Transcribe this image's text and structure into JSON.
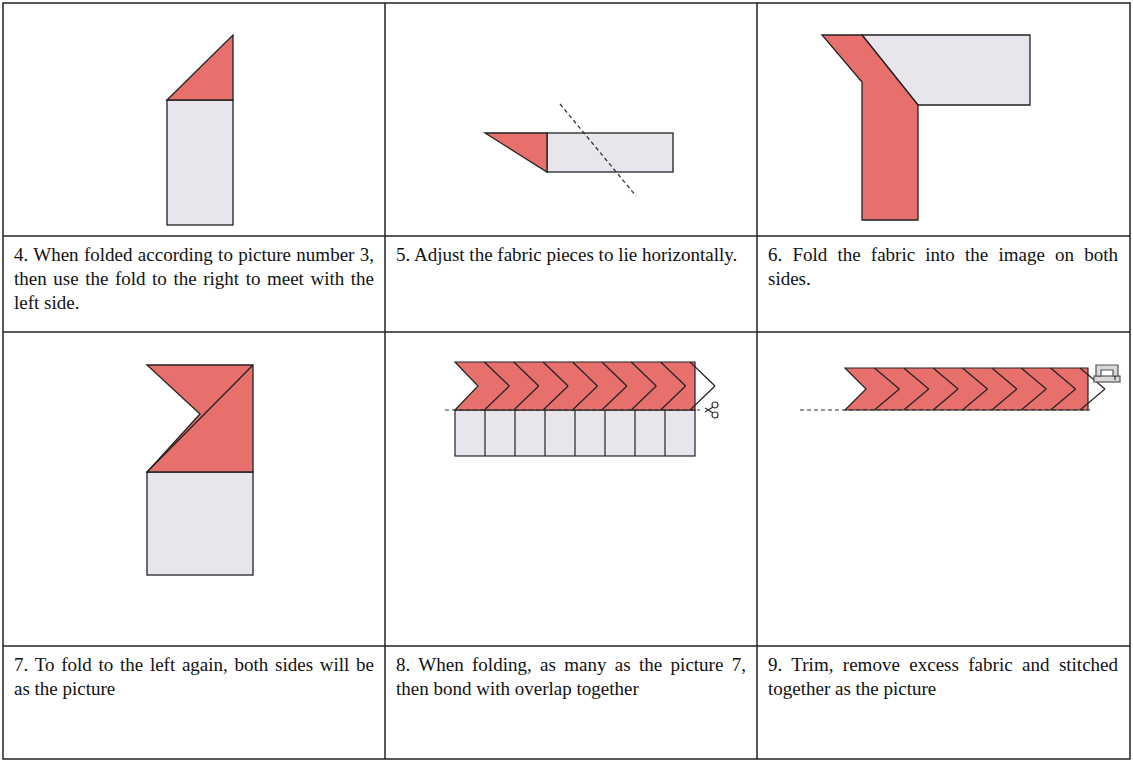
{
  "diagram": {
    "labels": [
      "4. When folded according to picture number 3, then use the fold to the right to meet with the left side.",
      "5. Adjust the fabric pieces to lie horizontally.",
      "6. Fold the fabric into the image on both sides.",
      "7. To fold to the left again, both sides will be as the picture",
      "8. When folding, as many as the picture 7, then bond with overlap together",
      "9. Trim, remove excess fabric and stitched together as the picture"
    ]
  }
}
